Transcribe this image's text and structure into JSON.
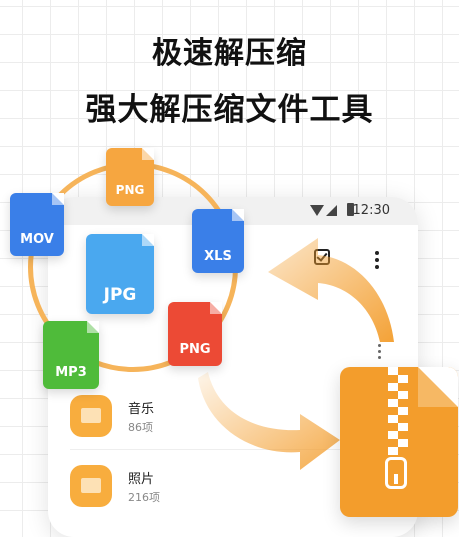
{
  "headline": {
    "line1": "极速解压缩",
    "line2": "强大解压缩文件工具"
  },
  "status_bar": {
    "time": "12:30"
  },
  "file_types": {
    "png_top": "PNG",
    "mov": "MOV",
    "xls": "XLS",
    "jpg": "JPG",
    "png_bottom": "PNG",
    "mp3": "MP3"
  },
  "list": [
    {
      "title": "音乐",
      "count": "86项"
    },
    {
      "title": "照片",
      "count": "216项"
    }
  ],
  "colors": {
    "accent_orange": "#f39d2c",
    "ring": "#f6b45a",
    "blue": "#3a7fe8",
    "red": "#ec4a35",
    "green": "#4fbb3a"
  },
  "icons": [
    "check-square-icon",
    "more-vert-icon",
    "wifi-icon",
    "signal-icon",
    "battery-icon",
    "folder-icon",
    "zip-icon",
    "arrow-icon"
  ]
}
